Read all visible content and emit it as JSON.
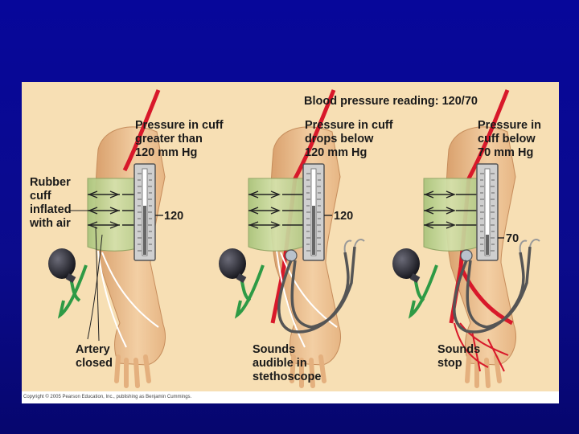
{
  "figure": {
    "title": "Blood pressure reading: 120/70",
    "cuff_label": "Rubber\ncuff\ninflated\nwith air",
    "copyright": "Copyright © 2005 Pearson Education, Inc., publishing as Benjamin Cummings.",
    "colors": {
      "background": "#0b0b8c",
      "panel": "#f7dfb4",
      "artery": "#d8182a",
      "cuff": "#c2d597",
      "tubing": "#2e9a45",
      "bulb": "#2a2a33"
    },
    "panels": [
      {
        "header": "Pressure in cuff\ngreater than\n120 mm Hg",
        "gauge_reading": "120",
        "caption": "Artery\nclosed"
      },
      {
        "header": "Pressure in cuff\ndrops below\n120 mm Hg",
        "gauge_reading": "120",
        "caption": "Sounds\naudible in\nstethoscope"
      },
      {
        "header": "Pressure in\ncuff below\n70 mm Hg",
        "gauge_reading": "70",
        "caption": "Sounds\nstop"
      }
    ]
  }
}
